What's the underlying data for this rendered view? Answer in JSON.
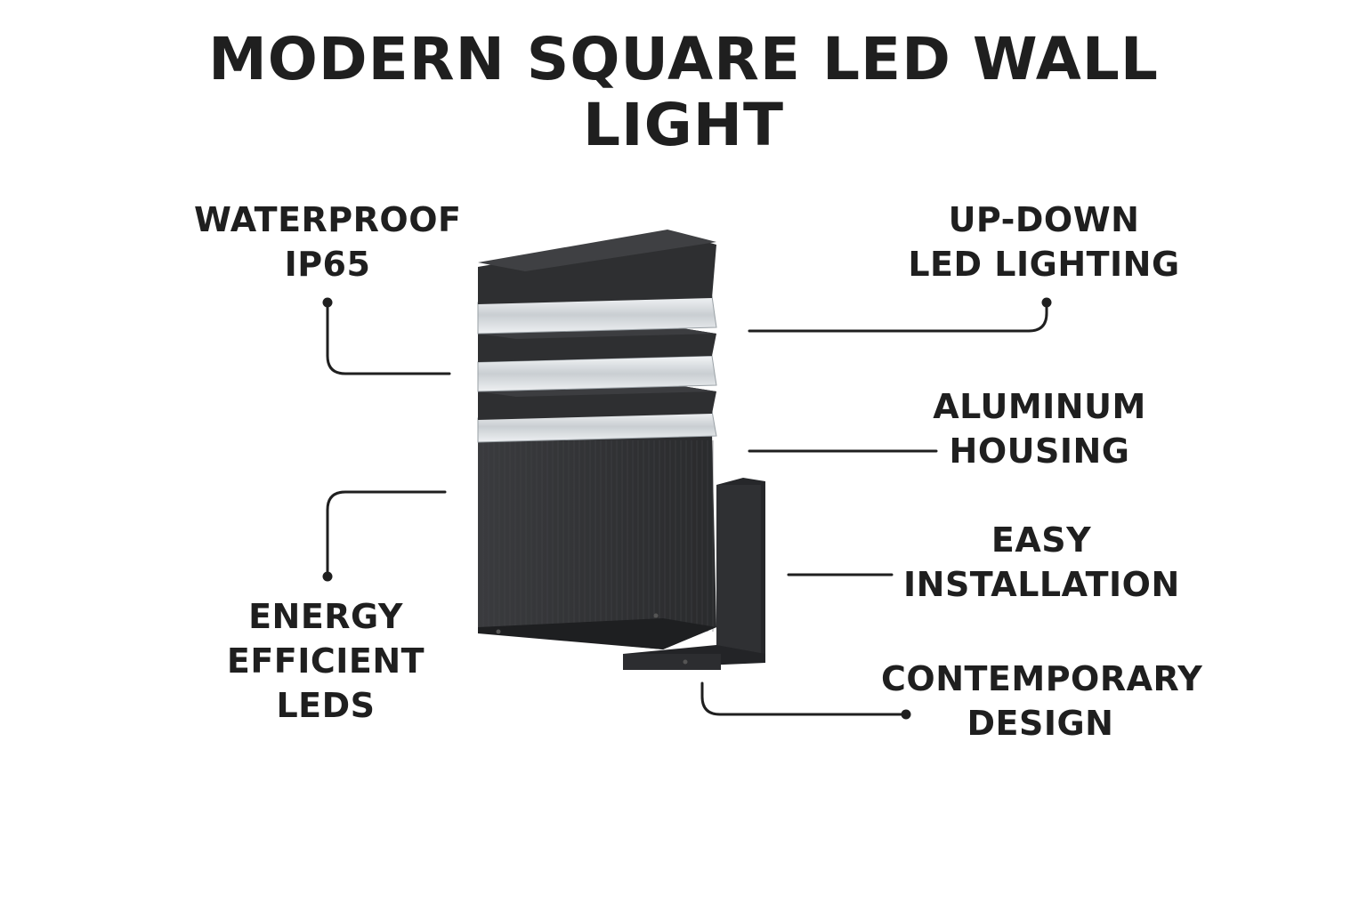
{
  "title": {
    "line1": "MODERN SQUARE LED WALL",
    "line2": "LIGHT"
  },
  "callouts": {
    "waterproof": {
      "line1": "WATERPROOF",
      "line2": "IP65"
    },
    "updown": {
      "line1": "UP-DOWN",
      "line2": "LED LIGHTING"
    },
    "aluminum": {
      "line1": "ALUMINUM",
      "line2": "HOUSING"
    },
    "installation": {
      "line1": "EASY",
      "line2": "INSTALLATION"
    },
    "contemporary": {
      "line1": "CONTEMPORARY",
      "line2": "DESIGN"
    },
    "energy": {
      "line1": "ENERGY",
      "line2": "EFFICIENT",
      "line3": "LEDS"
    }
  },
  "colors": {
    "text": "#1f1f1f",
    "housing": "#2e2f31",
    "housing_top": "#3a3b3d",
    "diffuser": "#dfe3e6",
    "leader": "#1f1f1f"
  }
}
